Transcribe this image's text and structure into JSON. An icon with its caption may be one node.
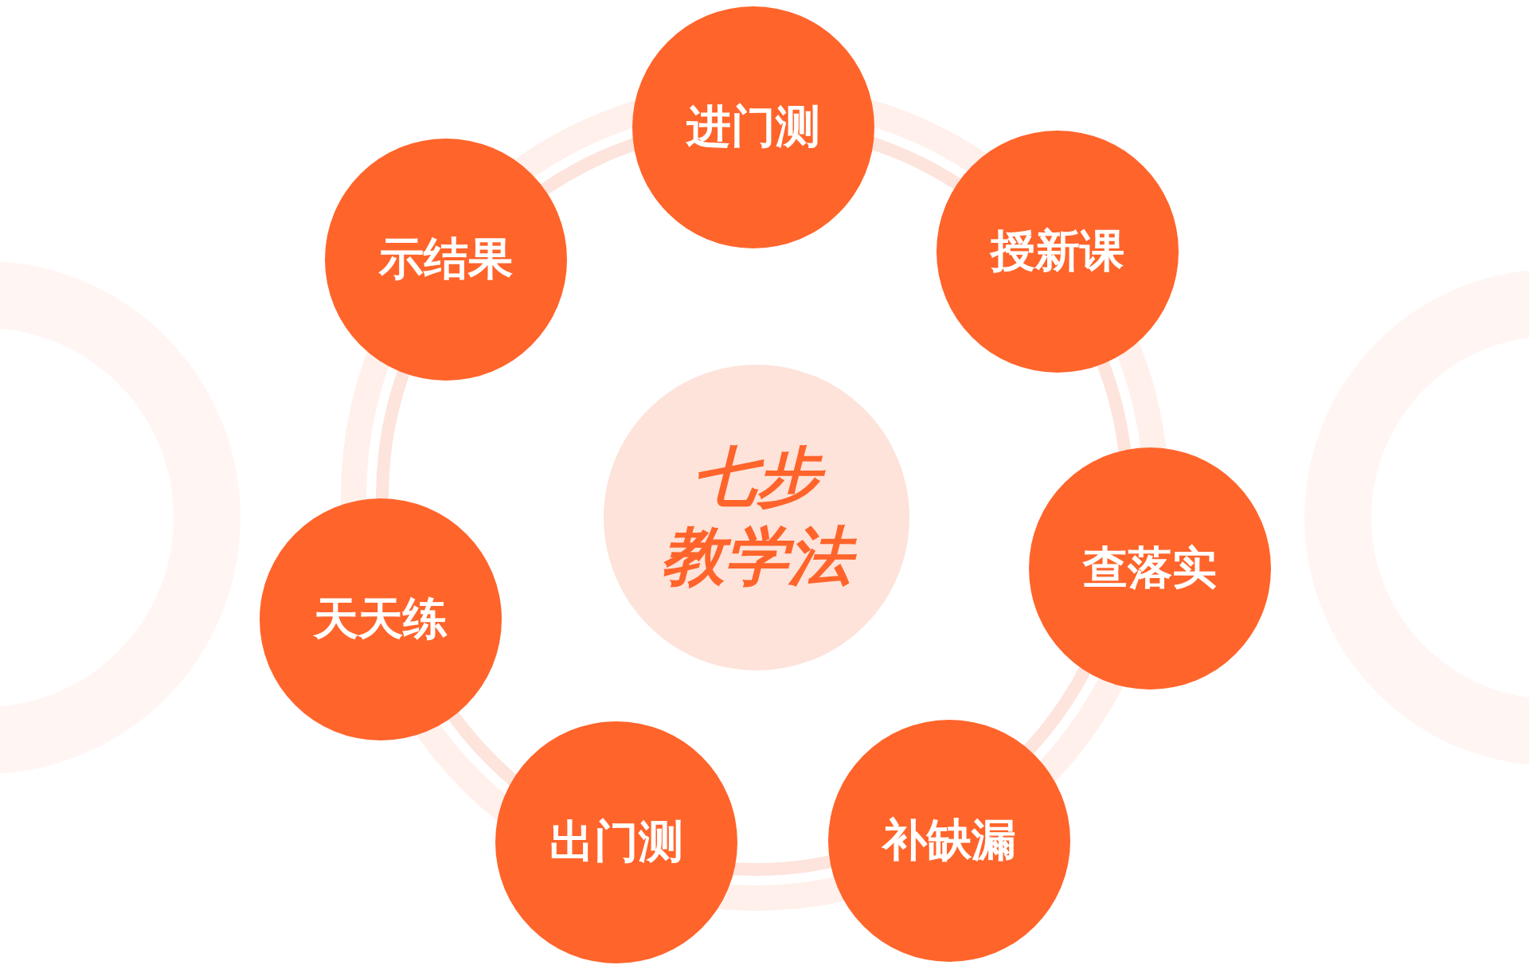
{
  "diagram": {
    "nodes": [
      {
        "text": [
          "七步教学法"
        ]
      },
      {
        "text": [
          "进门测"
        ]
      },
      {
        "text": [
          "授新课"
        ]
      },
      {
        "text": [
          "查落实"
        ]
      },
      {
        "text": [
          "补缺漏"
        ]
      },
      {
        "text": [
          "出门测"
        ]
      },
      {
        "text": [
          "天天练"
        ]
      },
      {
        "text": [
          "示结果"
        ]
      }
    ]
  }
}
